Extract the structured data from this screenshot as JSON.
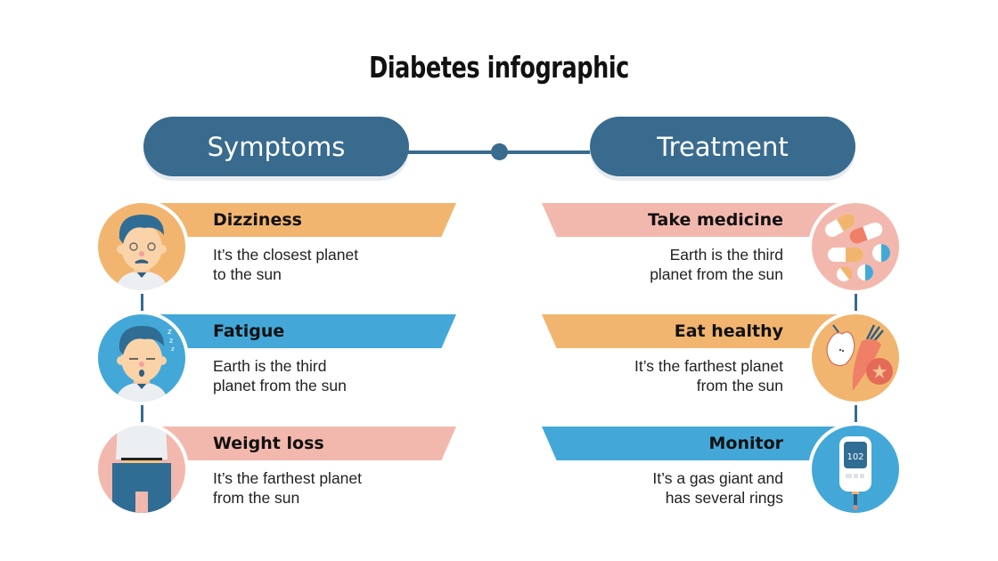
{
  "title": "Diabetes infographic",
  "colors": {
    "navy": "#396b8f",
    "orange": "#f2b56f",
    "blue": "#43a8d8",
    "pink": "#f3b8ad"
  },
  "columns": {
    "symptoms": {
      "label": "Symptoms",
      "items": [
        {
          "heading": "Dizziness",
          "description": "It’s the closest planet\nto the sun",
          "color": "orange",
          "icon": "dizzy-man-icon"
        },
        {
          "heading": "Fatigue",
          "description": "Earth is the third\nplanet from the sun",
          "color": "blue",
          "icon": "sleepy-man-icon"
        },
        {
          "heading": "Weight loss",
          "description": "It’s the farthest planet\nfrom the sun",
          "color": "pink",
          "icon": "loose-pants-icon"
        }
      ]
    },
    "treatment": {
      "label": "Treatment",
      "items": [
        {
          "heading": "Take medicine",
          "description": "Earth is the third\nplanet from the sun",
          "color": "pink",
          "icon": "pills-icon"
        },
        {
          "heading": "Eat healthy",
          "description": "It’s the farthest planet\nfrom the sun",
          "color": "orange",
          "icon": "fruit-vegetable-icon"
        },
        {
          "heading": "Monitor",
          "description": "It’s a gas giant and\nhas several rings",
          "color": "blue",
          "icon": "glucose-meter-icon",
          "meter_reading": "102"
        }
      ]
    }
  }
}
